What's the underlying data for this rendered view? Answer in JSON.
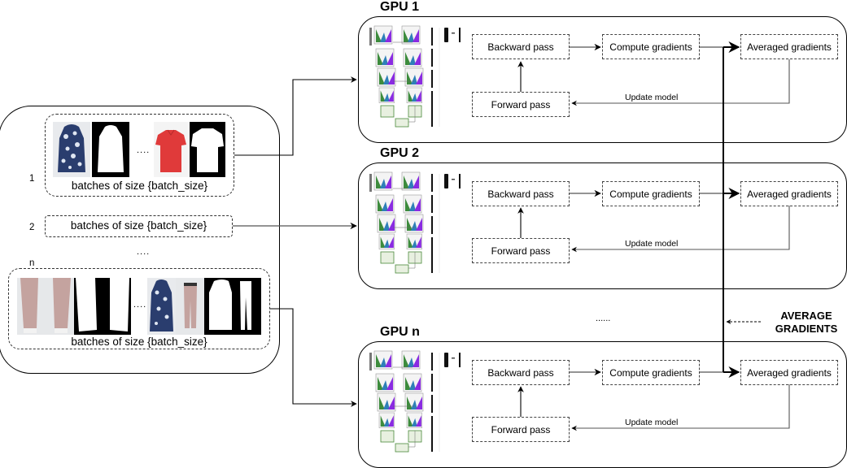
{
  "left_panel": {
    "batches": [
      {
        "index": "1",
        "label": "batches of size {batch_size}",
        "images": [
          "floral-jacket-photo",
          "jacket-mask",
          "red-polo-shirt-photo",
          "shirt-mask"
        ],
        "separator": "...."
      },
      {
        "index": "2",
        "label": "batches of size {batch_size}",
        "images": []
      },
      {
        "index": "n",
        "label": "batches of size {batch_size}",
        "images": [
          "pink-pants-photo",
          "pants-mask",
          "floral-jacket-photo",
          "pink-pants-photo",
          "jacket-and-pants-mask"
        ],
        "separator": "...."
      }
    ],
    "between_ellipsis": "...."
  },
  "gpus": [
    {
      "title": "GPU 1",
      "steps": {
        "backward": "Backward pass",
        "compute": "Compute gradients",
        "averaged": "Averaged gradients",
        "forward": "Forward pass"
      },
      "edge_label": "Update model"
    },
    {
      "title": "GPU 2",
      "steps": {
        "backward": "Backward pass",
        "compute": "Compute gradients",
        "averaged": "Averaged gradients",
        "forward": "Forward pass"
      },
      "edge_label": "Update model"
    },
    {
      "title": "GPU n",
      "steps": {
        "backward": "Backward pass",
        "compute": "Compute gradients",
        "averaged": "Averaged gradients",
        "forward": "Forward pass"
      },
      "edge_label": "Update model"
    }
  ],
  "between_gpus_ellipsis": "......",
  "average_gradients_label_line1": "AVERAGE",
  "average_gradients_label_line2": "GRADIENTS",
  "colors": {
    "line": "#000000",
    "dashed_border": "#444444",
    "cnn_green": "#3d8b3d",
    "cnn_blue": "#2e7fb8",
    "cnn_purple": "#8a2be2",
    "floral_navy": "#2a3d6e",
    "polo_red": "#e03a3a",
    "pants_pink": "#c4a39f"
  }
}
